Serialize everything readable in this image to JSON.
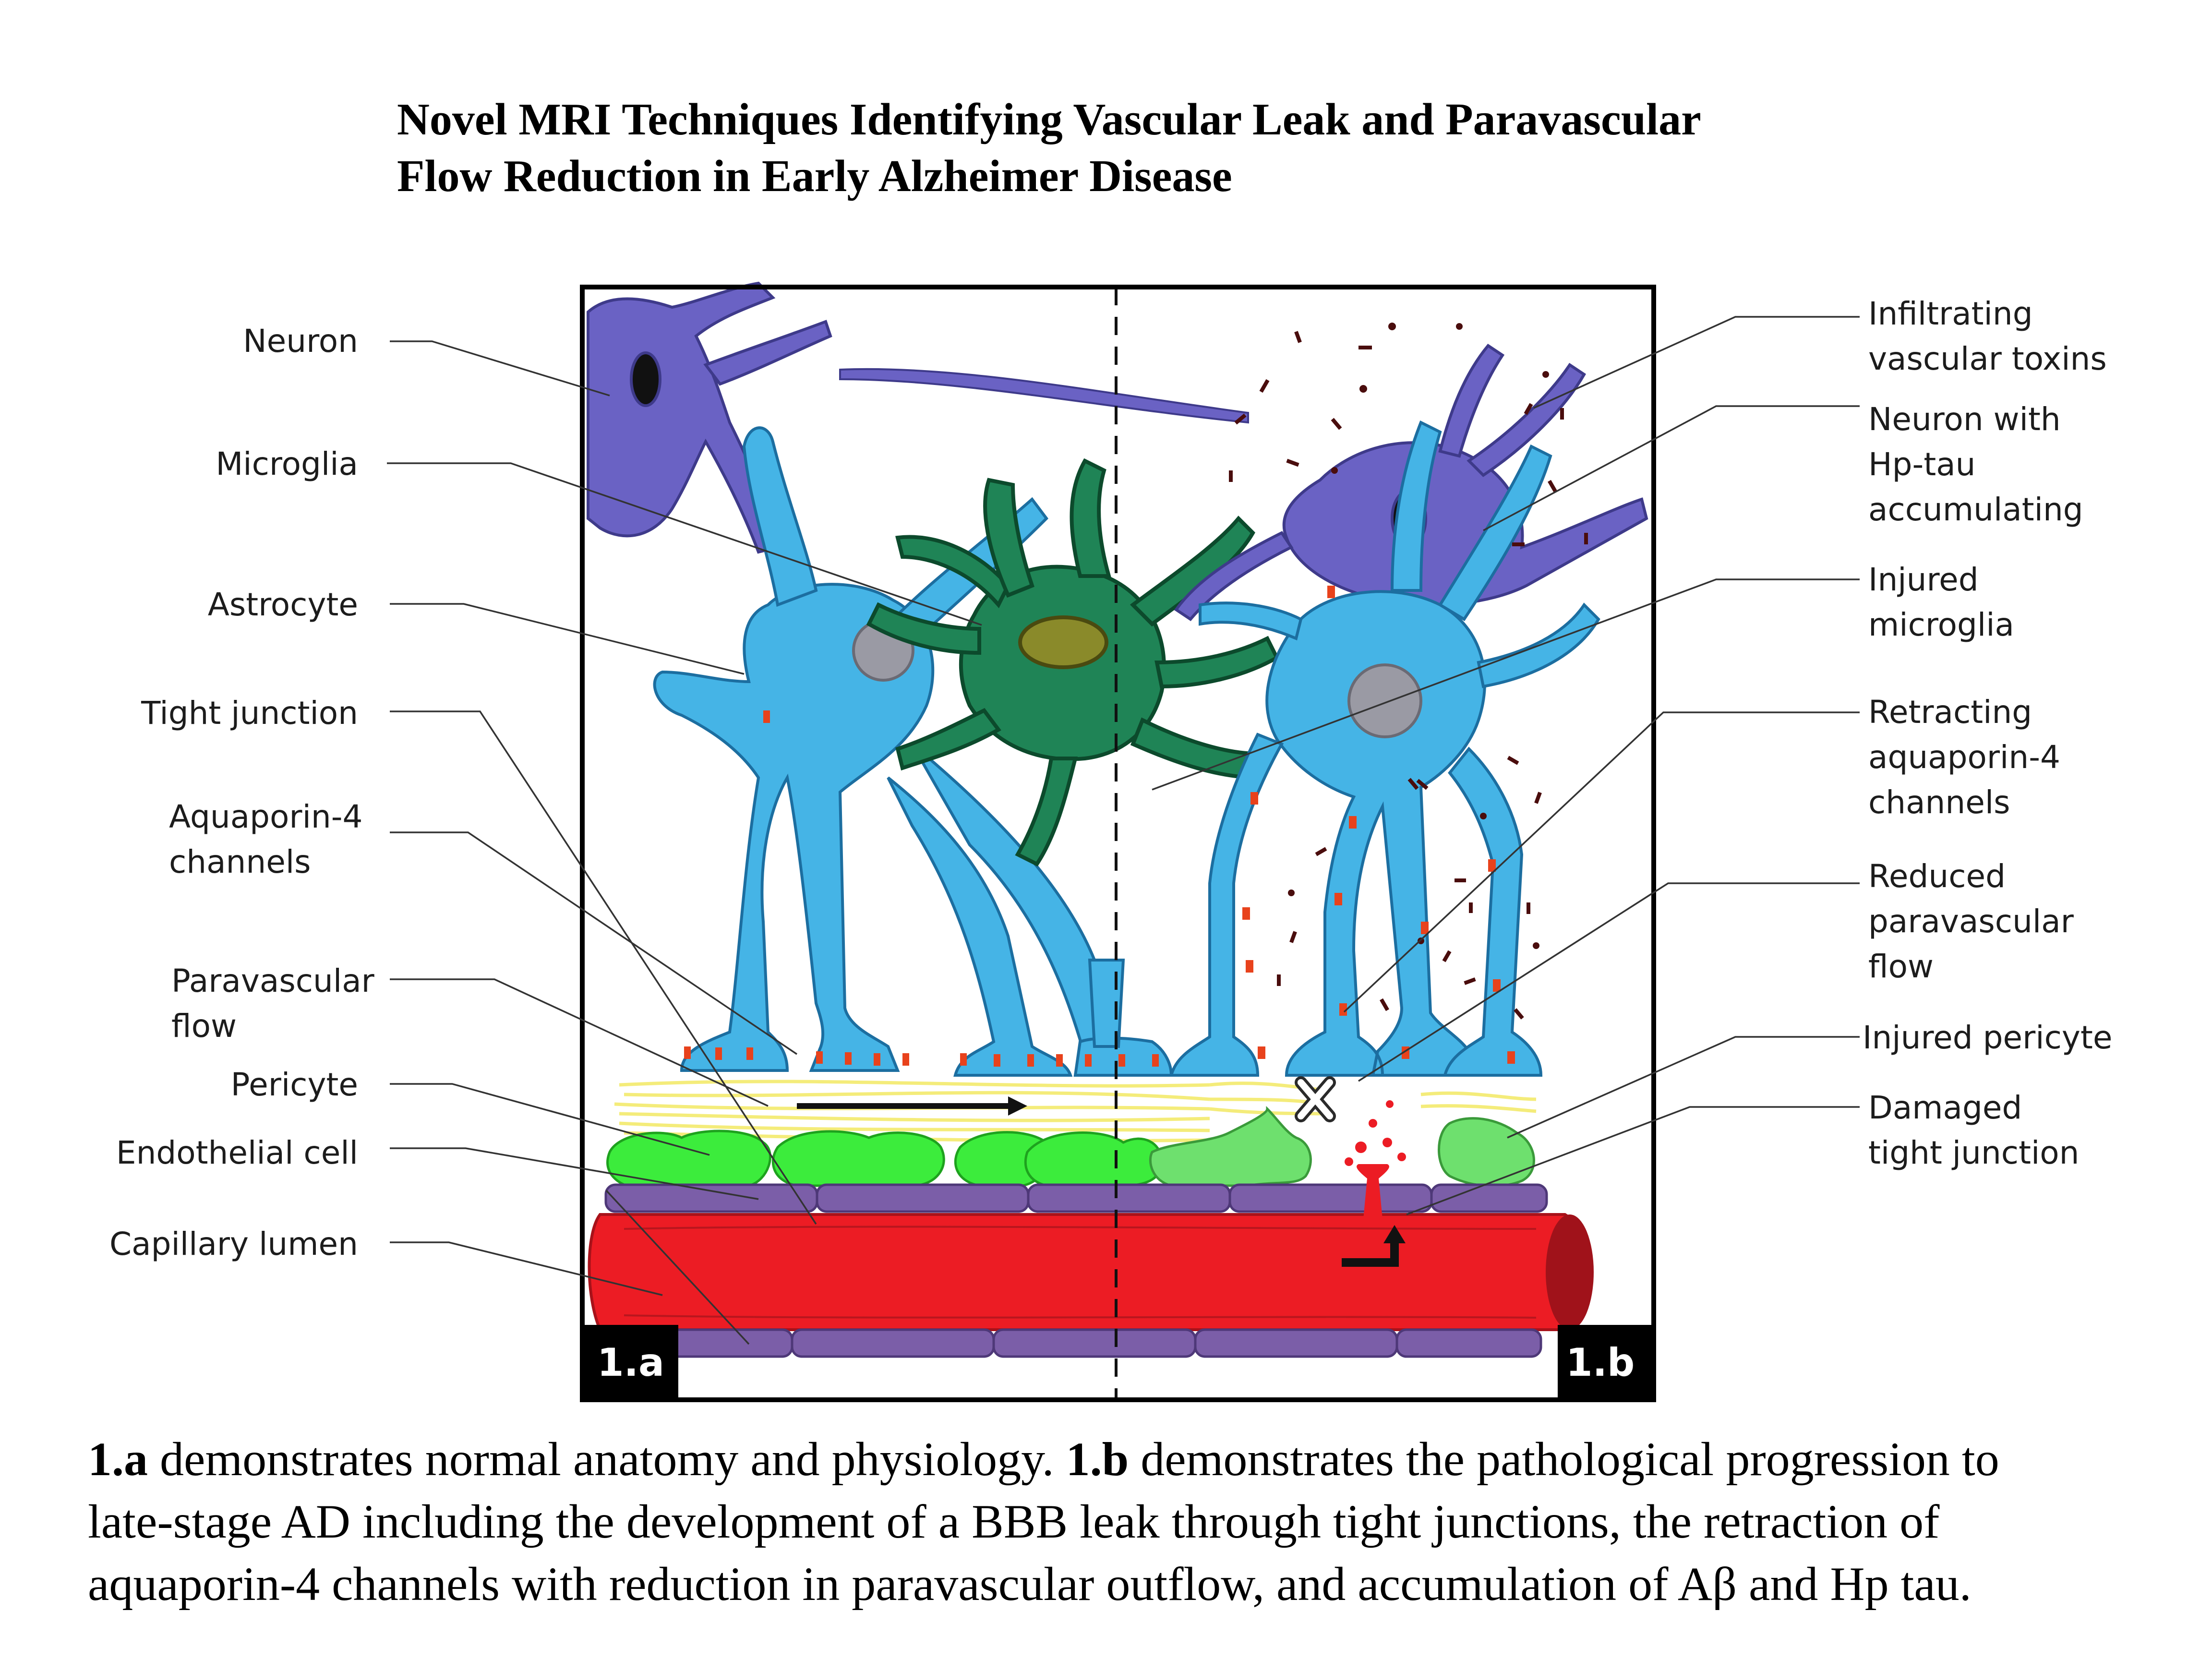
{
  "title": {
    "line1": "Novel MRI Techniques Identifying Vascular Leak and Paravascular",
    "line2": "Flow Reduction in Early Alzheimer Disease"
  },
  "panels": {
    "a": "1.a",
    "b": "1.b"
  },
  "labels_left": {
    "neuron": "Neuron",
    "microglia": "Microglia",
    "astrocyte": "Astrocyte",
    "tight_junction": "Tight junction",
    "aquaporin_line1": "Aquaporin-4",
    "aquaporin_line2": "channels",
    "paravascular_line1": "Paravascular",
    "paravascular_line2": "flow",
    "pericyte": "Pericyte",
    "endothelial": "Endothelial cell",
    "capillary": "Capillary lumen"
  },
  "labels_right": {
    "infiltrating_line1": "Infiltrating",
    "infiltrating_line2": "vascular toxins",
    "neuron_tau_line1": "Neuron with",
    "neuron_tau_line2": "Hp-tau",
    "neuron_tau_line3": "accumulating",
    "injured_microglia_line1": "Injured",
    "injured_microglia_line2": "microglia",
    "retracting_line1": "Retracting",
    "retracting_line2": "aquaporin-4",
    "retracting_line3": "channels",
    "reduced_line1": "Reduced",
    "reduced_line2": "paravascular",
    "reduced_line3": "flow",
    "injured_pericyte": "Injured pericyte",
    "damaged_line1": "Damaged",
    "damaged_line2": "tight junction"
  },
  "caption": {
    "a_ref": "1.a",
    "part1": " demonstrates normal anatomy and physiology. ",
    "b_ref": "1.b",
    "part2": " demonstrates the pathological progression to",
    "line2": "late-stage AD including the development of a BBB leak through tight junctions, the retraction of",
    "line3": "aquaporin-4 channels with reduction in paravascular outflow, and accumulation of Aβ and Hp tau."
  },
  "colors": {
    "neuron": "#6a62c4",
    "astrocyte": "#45b4e6",
    "microglia": "#1f8456",
    "microglia_nucleus": "#8a8a2a",
    "pericyte": "#3cec3c",
    "injured_pericyte": "#6ee06e",
    "endothelium": "#7b5ea8",
    "capillary": "#ec1c24",
    "paravascular_flow": "#f4ec7a",
    "aquaporin": "#e8421c",
    "toxins": "#4a0d0d"
  }
}
